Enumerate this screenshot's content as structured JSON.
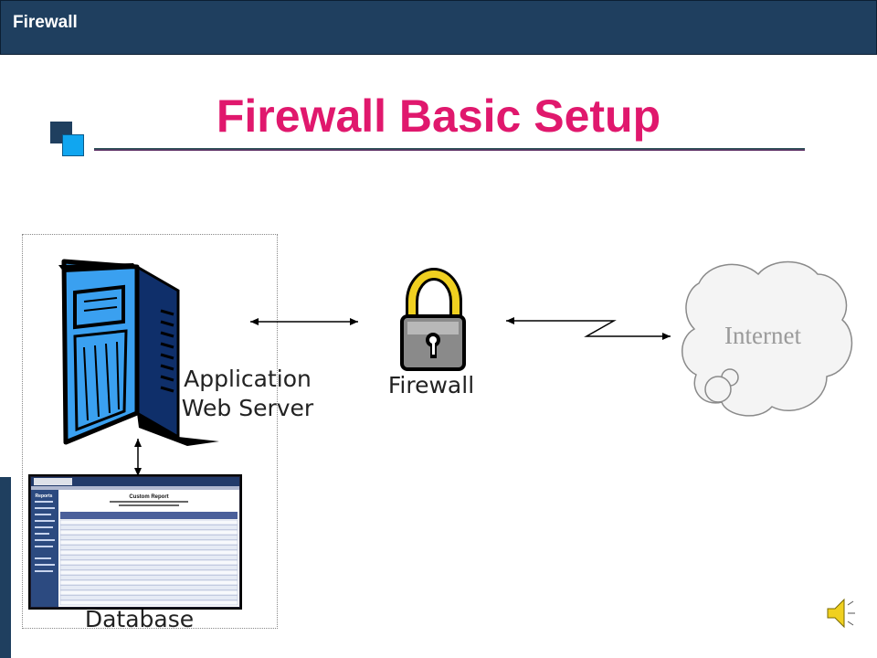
{
  "header": {
    "title": "Firewall"
  },
  "slide": {
    "title": "Firewall Basic Setup"
  },
  "diagram": {
    "app_server_label_line1": "Application",
    "app_server_label_line2": "Web Server",
    "firewall_label": "Firewall",
    "internet_label": "Internet",
    "database_label": "Database",
    "report_heading": "Reports",
    "report_title": "Custom Report"
  },
  "colors": {
    "header_bg": "#1f3f5f",
    "title_color": "#e0186d",
    "server_blue": "#3aa0f0",
    "cloud_fill": "#f4f4f4"
  },
  "icons": [
    "server-icon",
    "padlock-icon",
    "cloud-icon",
    "speaker-icon"
  ]
}
